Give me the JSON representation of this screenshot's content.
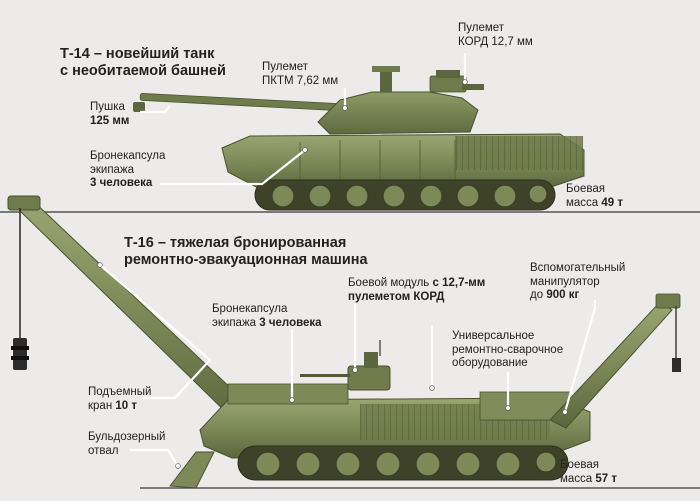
{
  "colors": {
    "background": "#ecebe9",
    "hull": "#7d8a58",
    "hull_dark": "#4f5a35",
    "hull_light": "#a3ae7c",
    "text": "#222222",
    "leader": "#ffffff"
  },
  "t14": {
    "title_line1": "Т-14 – новейший танк",
    "title_line2": "с необитаемой башней",
    "gun": {
      "line1": "Пушка",
      "value": "125 мм"
    },
    "mg_pktm": {
      "line1": "Пулемет",
      "line2": "ПКТМ 7,62 мм"
    },
    "mg_kord": {
      "line1": "Пулемет",
      "line2": "КОРД 12,7 мм"
    },
    "capsule": {
      "line1": "Бронекапсула",
      "line2": "экипажа",
      "value": "3 человека"
    },
    "mass": {
      "line1": "Боевая",
      "line2_prefix": "масса",
      "value": "49 т"
    }
  },
  "t16": {
    "title_line1": "Т-16 – тяжелая бронированная",
    "title_line2": "ремонтно-эвакуационная машина",
    "module": {
      "line1_prefix": "Боевой модуль",
      "line1_bold": "с 12,7-мм",
      "line2": "пулеметом КОРД"
    },
    "aux_manip": {
      "line1": "Вспомогательный",
      "line2": "манипулятор",
      "line3_prefix": "до",
      "value": "900 кг"
    },
    "capsule": {
      "line1": "Бронекапсула",
      "line2_prefix": "экипажа",
      "value": "3 человека"
    },
    "welding": {
      "line1": "Универсальное",
      "line2": "ремонтно-сварочное",
      "line3": "оборудование"
    },
    "crane": {
      "line1": "Подъемный",
      "line2_prefix": "кран",
      "value": "10 т"
    },
    "dozer": {
      "line1": "Бульдозерный",
      "line2": "отвал"
    },
    "mass": {
      "line1": "Боевая",
      "line2_prefix": "масса",
      "value": "57 т"
    }
  }
}
